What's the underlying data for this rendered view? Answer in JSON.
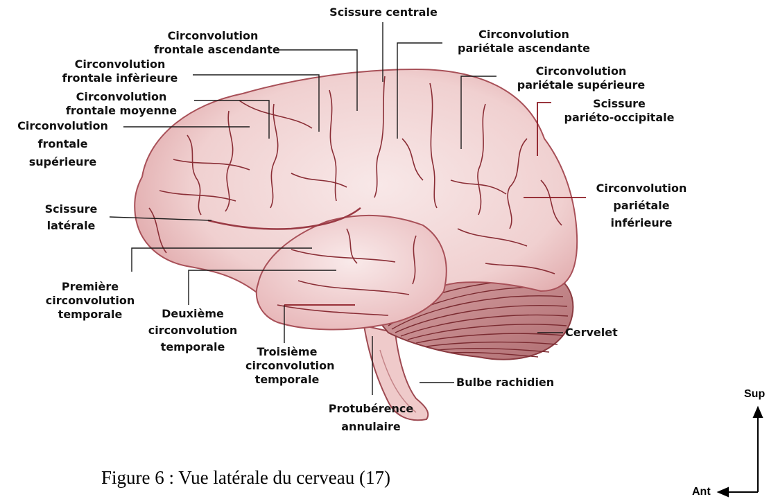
{
  "colors": {
    "brain_fill": "#f3d9d9",
    "brain_shade": "#e2a9a9",
    "sulcus": "#8a2e36",
    "outline": "#9e4a52",
    "leader": "#1a1a1a",
    "leader_accent": "#8b1a22",
    "cerebellum": "#c98a8c",
    "cerebellum_lines": "#7a2a30"
  },
  "labels": {
    "scissure_centrale": "Scissure centrale",
    "circ_frontale_ascendante": [
      "Circonvolution",
      "frontale ascendante"
    ],
    "circ_frontale_inferieure": [
      "Circonvolution",
      "frontale infèrieure"
    ],
    "circ_frontale_moyenne": [
      "Circonvolution",
      "frontale moyenne"
    ],
    "circ_frontale_superieure": [
      "Circonvolution",
      "frontale",
      "supérieure"
    ],
    "circ_parietale_ascendante": [
      "Circonvolution",
      "pariétale ascendante"
    ],
    "circ_parietale_superieure": [
      "Circonvolution",
      "pariétale supérieure"
    ],
    "scissure_parieto_occipitale": [
      "Scissure",
      "pariéto-occipitale"
    ],
    "circ_parietale_inferieure": [
      "Circonvolution",
      "pariétale",
      "inférieure"
    ],
    "scissure_laterale": [
      "Scissure",
      "latérale"
    ],
    "premiere_circ_temporale": [
      "Première",
      "circonvolution",
      "temporale"
    ],
    "deuxieme_circ_temporale": [
      "Deuxième",
      "circonvolution",
      "temporale"
    ],
    "troisieme_circ_temporale": [
      "Troisième",
      "circonvolution",
      "temporale"
    ],
    "cervelet": "Cervelet",
    "bulbe_rachidien": "Bulbe rachidien",
    "protuberance_annulaire": [
      "Protubérence",
      "annulaire"
    ]
  },
  "caption": "Figure 6 : Vue latérale du cerveau (17)",
  "orientation": {
    "sup": "Sup",
    "ant": "Ant"
  }
}
